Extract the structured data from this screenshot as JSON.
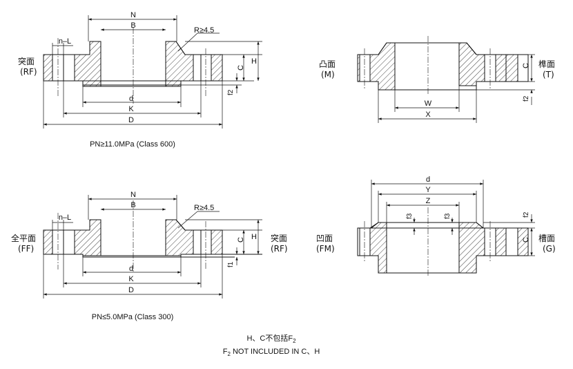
{
  "views": {
    "rf": {
      "face_cn": "突面",
      "face_en": "(RF)",
      "caption": "PN≥11.0MPa (Class 600)"
    },
    "mt": {
      "left_cn": "凸面",
      "left_en": "(M)",
      "right_cn": "榫面",
      "right_en": "(T)"
    },
    "ff": {
      "left_cn": "全平面",
      "left_en": "(FF)",
      "right_cn": "突面",
      "right_en": "(RF)",
      "caption": "PN≤5.0MPa (Class 300)"
    },
    "fmg": {
      "left_cn": "凹面",
      "left_en": "(FM)",
      "right_cn": "槽面",
      "right_en": "(G)"
    }
  },
  "dims": {
    "N": "N",
    "B": "B",
    "d": "d",
    "K": "K",
    "D": "D",
    "nL": "n–L",
    "R": "R≥4.5",
    "C": "C",
    "H": "H",
    "f2": "f2",
    "f1": "f1",
    "f3": "f3",
    "W": "W",
    "X": "X",
    "Y": "Y",
    "Z": "Z"
  },
  "notes": {
    "line1_prefix": "H、C不包括F",
    "line1_sub": "2",
    "line2_prefix": "F",
    "line2_sub": "2",
    "line2_rest": " NOT INCLUDED IN C、H"
  }
}
